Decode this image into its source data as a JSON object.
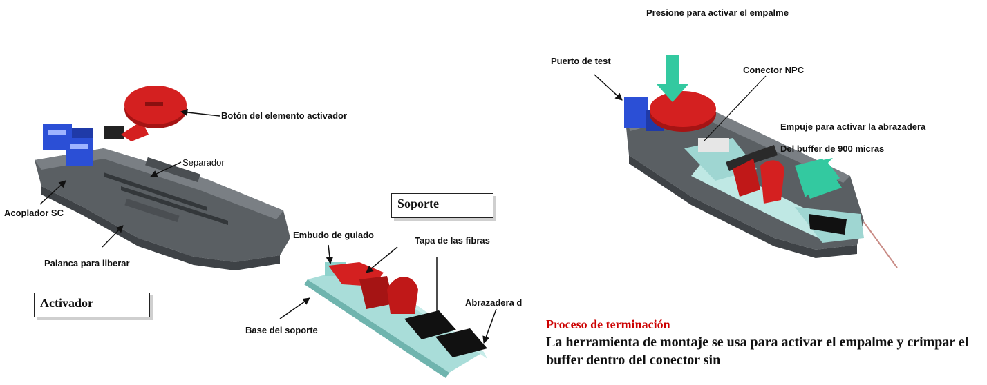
{
  "left_figure": {
    "labels": {
      "boton": "Botón del elemento activador",
      "separador": "Separador",
      "acoplador": "Acoplador SC",
      "palanca": "Palanca para liberar"
    },
    "box_title": "Activador"
  },
  "middle_figure": {
    "box_title": "Soporte",
    "labels": {
      "embudo": "Embudo de guiado",
      "tapa": "Tapa de las fibras",
      "abrazadera": "Abrazadera d",
      "base": "Base del soporte"
    }
  },
  "right_figure": {
    "labels": {
      "presione": "Presione para activar el empalme",
      "puerto": "Puerto de test",
      "conector": "Conector NPC",
      "empuje": "Empuje para activar la abrazadera",
      "buffer": "Del buffer de 900 micras"
    }
  },
  "process": {
    "title": "Proceso de terminación",
    "text": "La herramienta de montaje se usa para activar el empalme y crimpar el buffer dentro del conector sin"
  },
  "colors": {
    "body_gray": "#5a5f63",
    "red": "#d42020",
    "blue": "#2b4fd6",
    "teal": "#9fd6d2",
    "arrow_green": "#33c9a0",
    "title_red": "#cc0000"
  }
}
